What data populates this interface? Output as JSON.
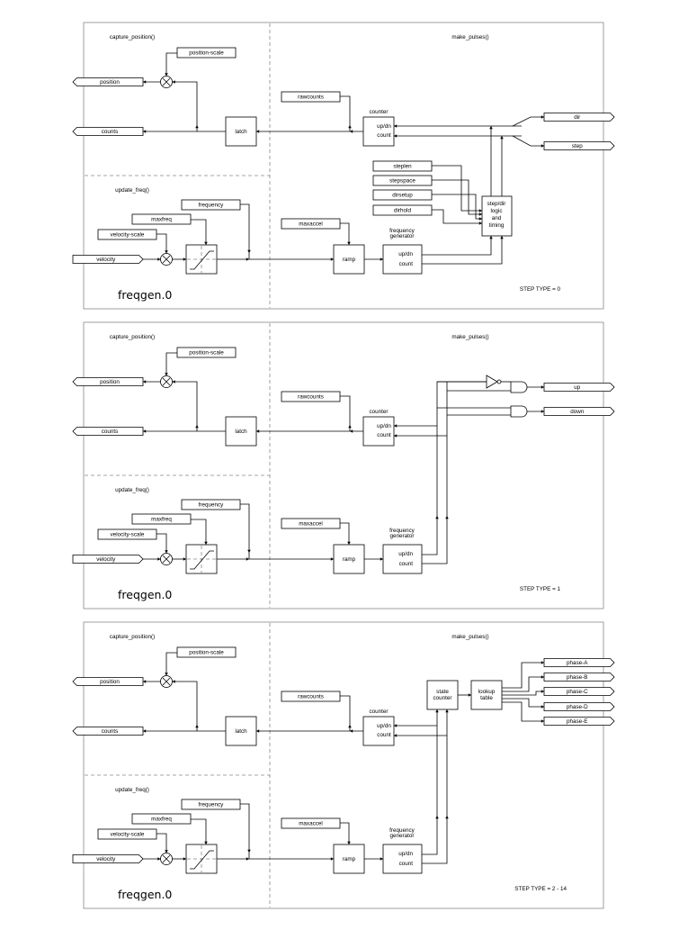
{
  "panels": [
    {
      "step_type": "STEP TYPE = 0",
      "outputs": [
        "dir",
        "step"
      ],
      "stepdir_inputs": [
        "steplen",
        "stepspace",
        "dirsetup",
        "dirhold"
      ],
      "stepdir_lines": [
        "step/dir",
        "logic",
        "and",
        "timing"
      ]
    },
    {
      "step_type": "STEP TYPE = 1",
      "outputs": [
        "up",
        "down"
      ]
    },
    {
      "step_type": "STEP TYPE = 2 - 14",
      "outputs": [
        "phase-A",
        "phase-B",
        "phase-C",
        "phase-D",
        "phase-E"
      ],
      "state_counter": [
        "state",
        "counter"
      ],
      "lookup_table": [
        "lookup",
        "table"
      ]
    }
  ],
  "common": {
    "capture_label": "capture_position()",
    "update_label": "update_freq()",
    "make_label": "make_pulses()",
    "position_scale": "position-scale",
    "position": "position",
    "counts": "counts",
    "latch": "latch",
    "rawcounts": "rawcounts",
    "counter": "counter",
    "updn": "up/dn",
    "count": "count",
    "frequency": "frequency",
    "maxfreq": "maxfreq",
    "velocity_scale": "velocity-scale",
    "velocity": "velocity",
    "maxaccel": "maxaccel",
    "ramp": "ramp",
    "freqgen_lines": [
      "frequency",
      "generator"
    ],
    "component": "freqgen.0"
  }
}
